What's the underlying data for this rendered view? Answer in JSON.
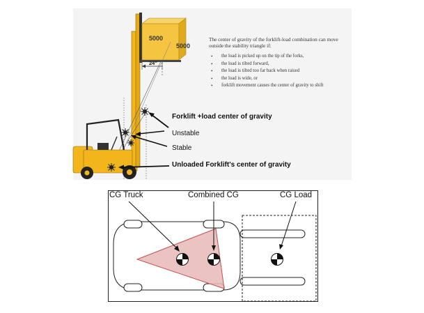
{
  "top_diagram": {
    "note_title": "The center of gravity of the forklift-load combination can move outside the stability triangle if:",
    "note_items": [
      "the load is picked up on the tip of the forks,",
      "the load is tilted forward,",
      "the load is tilted too far back when raised",
      "the load is wide, or",
      "forklift movement causes the center of gravity to shift"
    ],
    "load_front_label": "5000",
    "load_side_label": "5000",
    "distance_label": "24\"",
    "labels": {
      "combined_cg": "Forklift +load center of gravity",
      "unstable": "Unstable",
      "stable": "Stable",
      "unloaded_cg": "Unloaded Forklift's center of gravity"
    },
    "colors": {
      "forklift": "#f2b51c",
      "load": "#f5c542",
      "panel": "#f4f4f4"
    }
  },
  "bottom_diagram": {
    "labels": {
      "cg_truck": "CG Truck",
      "combined_cg": "Combined CG",
      "cg_load": "CG Load"
    },
    "colors": {
      "stability_triangle": "#e9b8b8",
      "triangle_stroke": "#c0504d"
    }
  }
}
